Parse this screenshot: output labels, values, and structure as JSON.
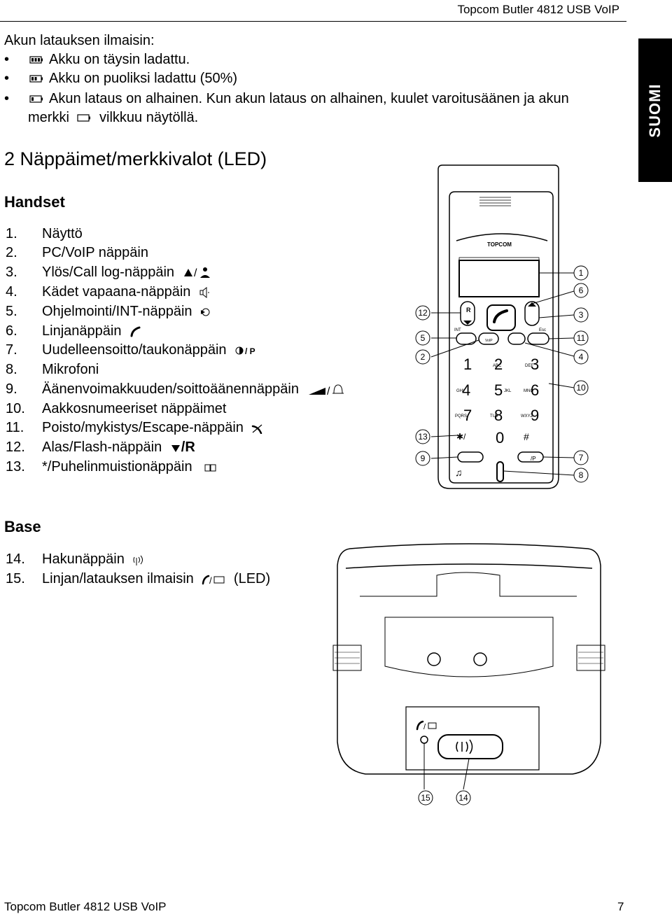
{
  "header": {
    "title": "Topcom Butler 4812 USB VoIP"
  },
  "side_tab": "SUOMI",
  "battery": {
    "heading": "Akun latauksen ilmaisin:",
    "items": [
      {
        "text": "Akku on täysin ladattu.",
        "icon": "battery-full-icon"
      },
      {
        "text": "Akku on puoliksi ladattu (50%)",
        "icon": "battery-half-icon"
      },
      {
        "text": "Akun lataus on alhainen. Kun akun lataus on alhainen, kuulet varoitusäänen ja akun",
        "icon": "battery-low-icon"
      }
    ],
    "continuation_prefix": "merkki",
    "continuation_suffix": "vilkkuu näytöllä."
  },
  "section_title": "2  Näppäimet/merkkivalot (LED)",
  "handset": {
    "title": "Handset",
    "items": [
      {
        "num": "1.",
        "text": "Näyttö"
      },
      {
        "num": "2.",
        "text": "PC/VoIP näppäin"
      },
      {
        "num": "3.",
        "text": "Ylös/Call log-näppäin",
        "icon": "up-calllog-icon"
      },
      {
        "num": "4.",
        "text": "Kädet vapaana-näppäin",
        "icon": "speaker-icon"
      },
      {
        "num": "5.",
        "text": "Ohjelmointi/INT-näppäin",
        "icon": "int-icon"
      },
      {
        "num": "6.",
        "text": "Linjanäppäin",
        "icon": "handset-icon"
      },
      {
        "num": "7.",
        "text": "Uudelleensoitto/taukonäppäin",
        "icon": "redial-pause-icon"
      },
      {
        "num": "8.",
        "text": "Mikrofoni"
      },
      {
        "num": "9.",
        "text": "Äänenvoimakkuuden/soittoäänennäppäin",
        "icon": "volume-ringer-icon"
      },
      {
        "num": "10.",
        "text": "Aakkosnumeeriset näppäimet"
      },
      {
        "num": "11.",
        "text": "Poisto/mykistys/Escape-näppäin",
        "icon": "mute-icon"
      },
      {
        "num": "12.",
        "text": "Alas/Flash-näppäin",
        "icon": "down-flash-icon",
        "suffix": "/R"
      },
      {
        "num": "13.",
        "text": "*/Puhelinmuistionäppäin",
        "icon": "phonebook-icon"
      }
    ]
  },
  "base": {
    "title": "Base",
    "items": [
      {
        "num": "14.",
        "text": "Hakunäppäin",
        "icon": "paging-icon"
      },
      {
        "num": "15.",
        "text": "Linjan/latauksen ilmaisin",
        "icon": "line-charge-icon",
        "suffix": "(LED)"
      }
    ]
  },
  "handset_diagram": {
    "brand": "TOPCOM",
    "callouts": [
      "1",
      "6",
      "3",
      "11",
      "4",
      "10",
      "7",
      "8",
      "12",
      "5",
      "2",
      "13",
      "9"
    ],
    "keys": {
      "r": "R",
      "int": "INT",
      "esc": "Esc",
      "voip": "VoIP",
      "digits": [
        "1",
        "2",
        "3",
        "4",
        "5",
        "6",
        "7",
        "8",
        "9",
        "0"
      ],
      "letters": [
        "ABC",
        "DEF",
        "GHI",
        "JKL",
        "MNO",
        "PQRS",
        "TUV",
        "WXYZ"
      ],
      "star": "✱/",
      "hash": "#",
      "pause": "/P"
    }
  },
  "base_diagram": {
    "callouts": [
      "15",
      "14"
    ]
  },
  "footer": {
    "left": "Topcom Butler 4812 USB VoIP",
    "page": "7"
  }
}
